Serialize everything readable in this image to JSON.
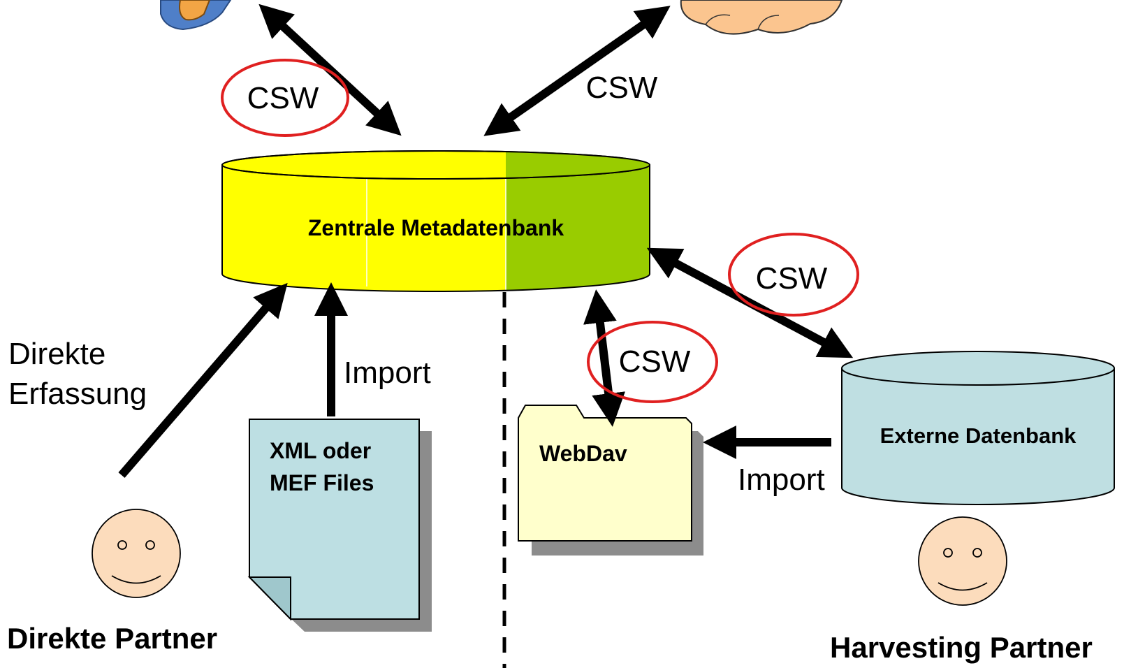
{
  "central_db": {
    "label": "Zentrale Metadatenbank"
  },
  "external_db": {
    "label": "Externe Datenbank"
  },
  "protocols": {
    "csw_top_left": "CSW",
    "csw_top_right": "CSW",
    "csw_webdav": "CSW",
    "csw_external": "CSW"
  },
  "imports": {
    "import_files": "Import",
    "import_external": "Import"
  },
  "direct_entry": {
    "line1": "Direkte",
    "line2": "Erfassung"
  },
  "files_doc": {
    "line1": "XML oder",
    "line2": "MEF Files"
  },
  "webdav": {
    "label": "WebDav"
  },
  "partners": {
    "direct": "Direkte Partner",
    "harvesting": "Harvesting Partner"
  },
  "colors": {
    "db_yellow": "#ffff00",
    "db_green": "#99cc00",
    "external_db": "#bfdfe2",
    "document": "#bddfe3",
    "folder": "#ffffcc",
    "face": "#fcdcbc",
    "cloud": "#fbc58f",
    "highlight_ring": "#e02020"
  }
}
